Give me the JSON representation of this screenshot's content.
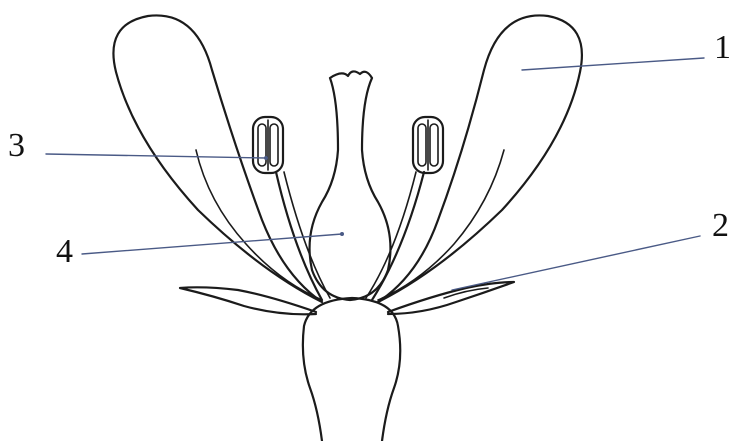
{
  "diagram": {
    "labels": [
      {
        "id": "label-1",
        "text": "1"
      },
      {
        "id": "label-2",
        "text": "2"
      },
      {
        "id": "label-3",
        "text": "3"
      },
      {
        "id": "label-4",
        "text": "4"
      }
    ]
  },
  "colors": {
    "ink": "#1b1b1b",
    "leader_line": "#4a5a86",
    "background": "#ffffff"
  }
}
